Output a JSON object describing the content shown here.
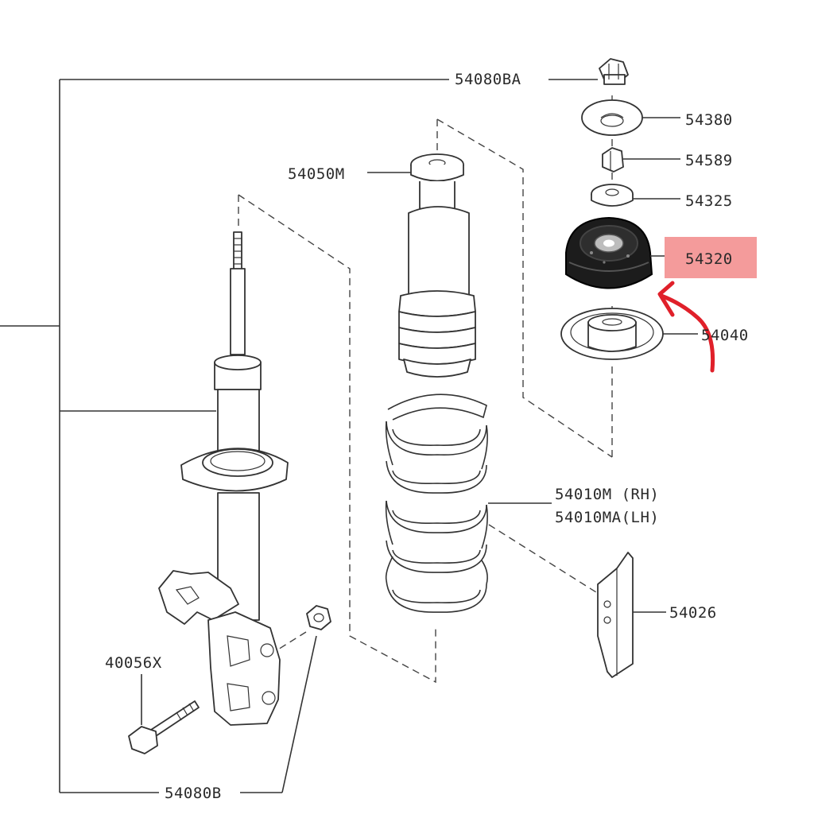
{
  "parts": {
    "p54080BA": "54080BA",
    "p54380": "54380",
    "p54589": "54589",
    "p54325": "54325",
    "p54320": "54320",
    "p54040": "54040",
    "p54050M": "54050M",
    "p54010M": "54010M  (RH)",
    "p54010MA": "54010MA(LH)",
    "p54026": "54026",
    "p40056X": "40056X",
    "p54080B": "54080B"
  },
  "highlight": {
    "part": "54320",
    "color": "#f28a8a",
    "arrow_color": "#e0202a"
  }
}
